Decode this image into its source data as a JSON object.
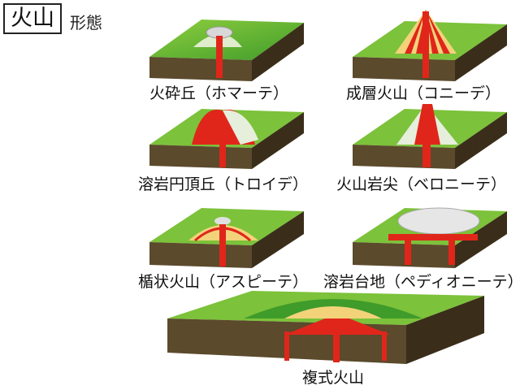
{
  "title": "火山",
  "subtitle": "形態",
  "volcanoes": [
    {
      "caption": "火砕丘（ホマーテ）"
    },
    {
      "caption": "成層火山（コニーデ）"
    },
    {
      "caption": "溶岩円頂丘（トロイデ）"
    },
    {
      "caption": "火山岩尖（ベロニーテ）"
    },
    {
      "caption": "楯状火山（アスピーテ）"
    },
    {
      "caption": "溶岩台地（ペディオニーテ）"
    },
    {
      "caption": "複式火山"
    }
  ],
  "colors": {
    "grass_light": "#8fcf3f",
    "grass_dark": "#3f9b2a",
    "soil": "#5b4a2c",
    "soil_dark": "#3a2e1a",
    "lava": "#e0261b",
    "strata": "#f2d37a"
  }
}
